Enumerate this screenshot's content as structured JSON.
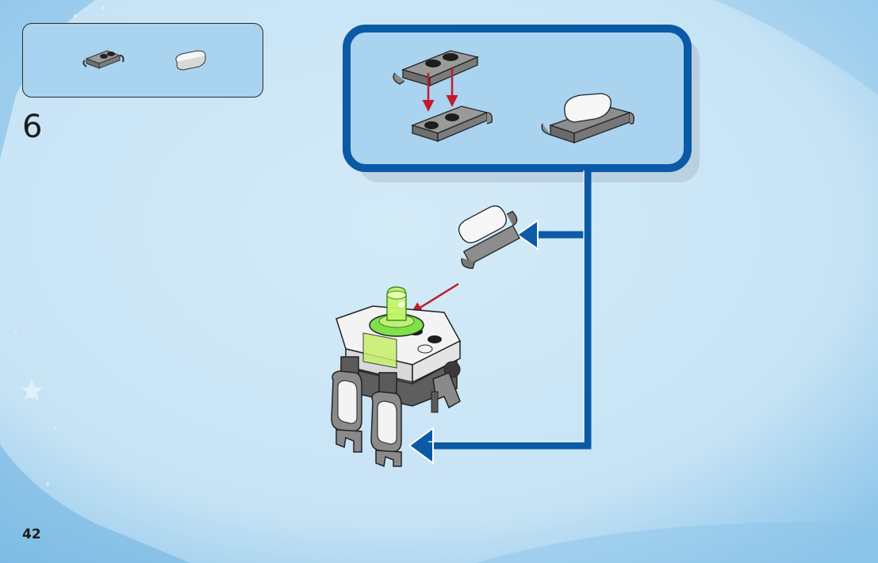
{
  "step": {
    "number": "6"
  },
  "page": {
    "number": "42"
  },
  "colors": {
    "background": "#cde7f7",
    "callout_border": "#0b5aa6",
    "callout_fill": "#a9d3ef",
    "arrow_blue": "#0b5aa6",
    "arrow_red": "#c4182c",
    "brick_gray": "#8b8b8b",
    "brick_dark": "#3a3a3a",
    "tile_white": "#f4f4f4",
    "trans_green": "#a8f03a"
  },
  "parts": [
    {
      "name": "plate-1x2-with-clips",
      "color": "dark-bluish-gray",
      "qty": 1
    },
    {
      "name": "tile-1x2-round",
      "color": "white",
      "qty": 1
    }
  ]
}
